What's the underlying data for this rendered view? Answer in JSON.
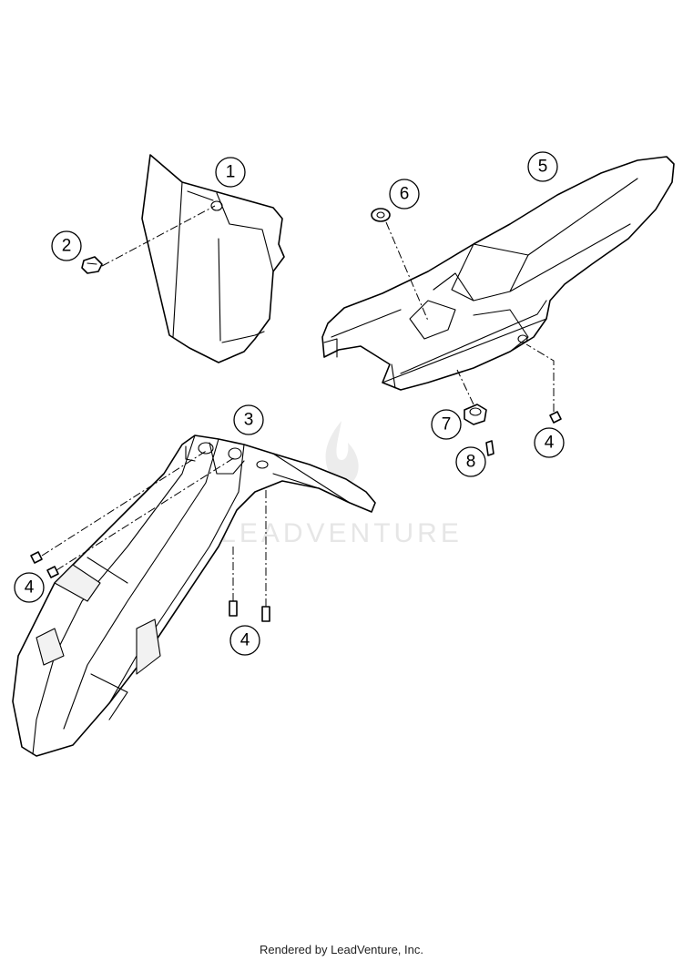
{
  "watermark": {
    "text": "LEADVENTURE"
  },
  "callouts": [
    {
      "id": "callout-1",
      "label": "1"
    },
    {
      "id": "callout-2",
      "label": "2"
    },
    {
      "id": "callout-3",
      "label": "3"
    },
    {
      "id": "callout-4-front-left",
      "label": "4"
    },
    {
      "id": "callout-4-front-lower",
      "label": "4"
    },
    {
      "id": "callout-4-rear",
      "label": "4"
    },
    {
      "id": "callout-5",
      "label": "5"
    },
    {
      "id": "callout-6",
      "label": "6"
    },
    {
      "id": "callout-7",
      "label": "7"
    },
    {
      "id": "callout-8",
      "label": "8"
    }
  ],
  "footer": {
    "text": "Rendered by LeadVenture, Inc."
  }
}
